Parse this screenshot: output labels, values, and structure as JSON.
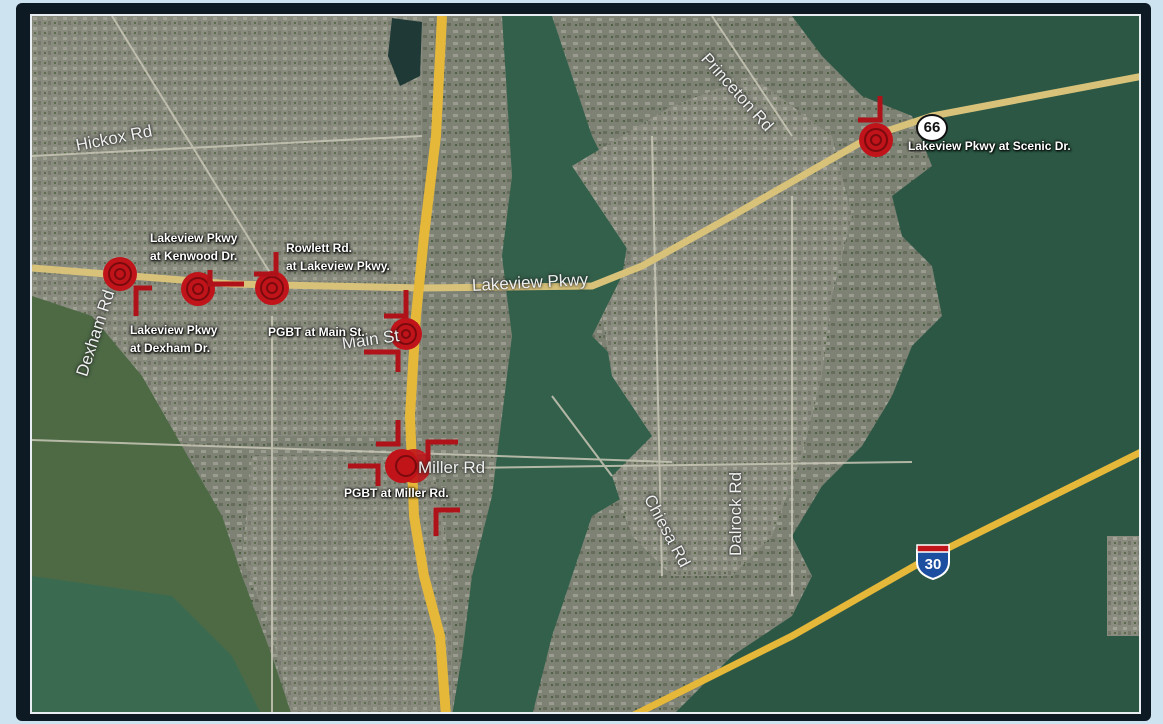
{
  "roads": {
    "hickox": "Hickox Rd",
    "dexham": "Dexham Rd",
    "lakeview": "Lakeview Pkwy",
    "main": "Main St",
    "miller": "Miller Rd",
    "chiesa": "Chiesa Rd",
    "dalrock": "Dalrock Rd",
    "princeton": "Princeton Rd"
  },
  "shields": {
    "sh66": "66",
    "i30": "30"
  },
  "intersections": {
    "scenic": "Lakeview Pkwy at Scenic Dr.",
    "kenwood_1": "Lakeview Pkwy",
    "kenwood_2": "at Kenwood Dr.",
    "rowlett_1": "Rowlett Rd.",
    "rowlett_2": "at Lakeview Pkwy.",
    "dexham_1": "Lakeview Pkwy",
    "dexham_2": "at Dexham Dr.",
    "main": "PGBT at Main St.",
    "miller": "PGBT at Miller Rd."
  },
  "colors": {
    "marker": "#c0141a",
    "highway": "#e6b83a",
    "water": "#2f5a46",
    "land": "#6e7660"
  }
}
